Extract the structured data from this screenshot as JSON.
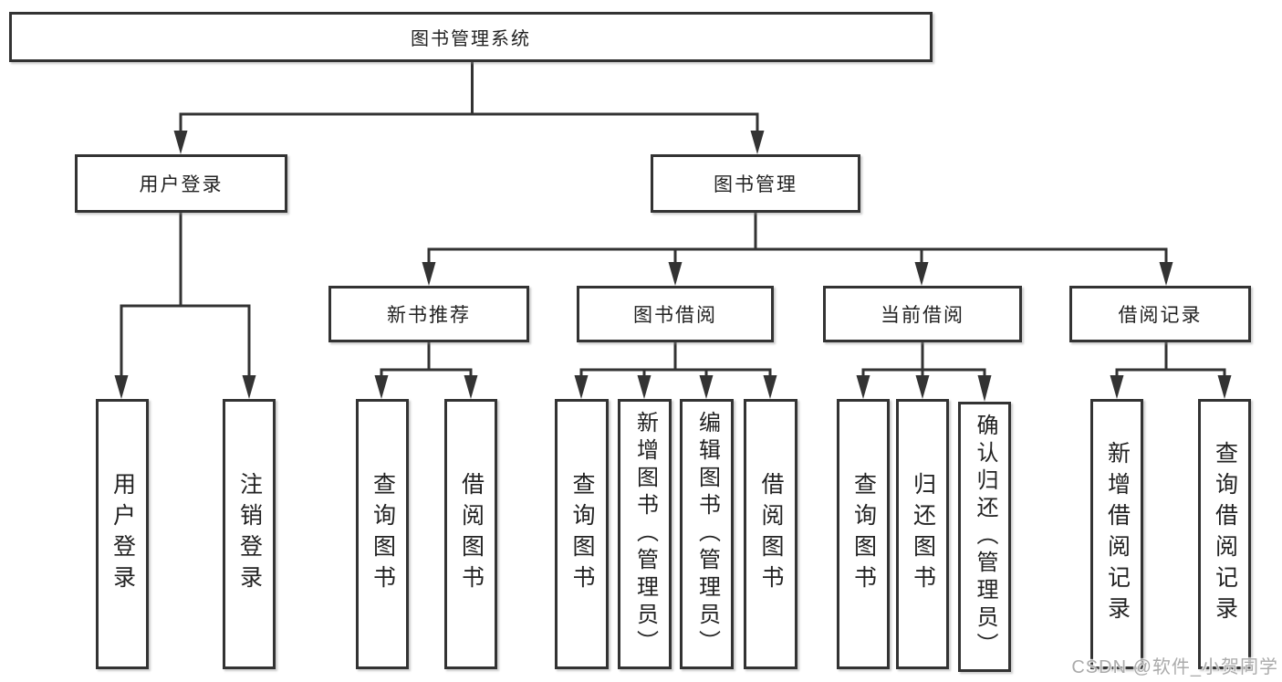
{
  "nodes": {
    "root": {
      "label": "图书管理系统"
    },
    "user_login": {
      "label": "用户登录"
    },
    "book_management": {
      "label": "图书管理"
    },
    "new_book_recommend": {
      "label": "新书推荐"
    },
    "book_borrowing": {
      "label": "图书借阅"
    },
    "current_borrowing": {
      "label": "当前借阅"
    },
    "borrowing_records": {
      "label": "借阅记录"
    },
    "leaf_user_login": {
      "label": "用户登录"
    },
    "leaf_logout": {
      "label": "注销登录"
    },
    "leaf_recommend_query_books": {
      "label": "查询图书"
    },
    "leaf_recommend_borrow_books": {
      "label": "借阅图书"
    },
    "leaf_borrowing_query_books": {
      "label": "查询图书"
    },
    "leaf_add_books_admin": {
      "label": "新增图书（管理员）"
    },
    "leaf_edit_books_admin": {
      "label": "编辑图书（管理员）"
    },
    "leaf_borrowing_borrow_books": {
      "label": "借阅图书"
    },
    "leaf_current_query_books": {
      "label": "查询图书"
    },
    "leaf_return_books": {
      "label": "归还图书"
    },
    "leaf_confirm_return_admin": {
      "label": "确认归还（管理员）"
    },
    "leaf_add_borrow_record": {
      "label": "新增借阅记录"
    },
    "leaf_query_borrow_record": {
      "label": "查询借阅记录"
    }
  },
  "watermark": {
    "text": "CSDN @软件_小贺同学"
  },
  "colors": {
    "line": "#333333",
    "box_border": "#333333",
    "text": "#222222",
    "watermark": "#ababab",
    "background": "#ffffff"
  }
}
